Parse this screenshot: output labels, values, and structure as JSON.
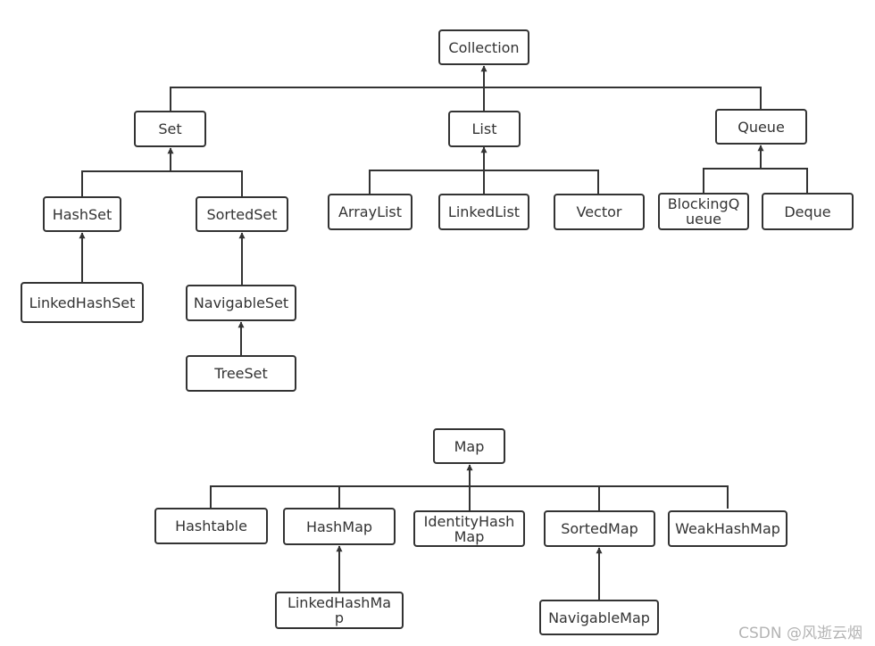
{
  "nodes": {
    "collection": "Collection",
    "set": "Set",
    "list": "List",
    "queue": "Queue",
    "hashset": "HashSet",
    "sortedset": "SortedSet",
    "linkedhashset": "LinkedHashSet",
    "navigableset": "NavigableSet",
    "treeset": "TreeSet",
    "arraylist": "ArrayList",
    "linkedlist": "LinkedList",
    "vector": "Vector",
    "blockingqueue": "BlockingQueue",
    "deque": "Deque",
    "map": "Map",
    "hashtable": "Hashtable",
    "hashmap": "HashMap",
    "identityhashmap": "IdentityHashMap",
    "sortedmap": "SortedMap",
    "weakhashmap": "WeakHashMap",
    "linkedhashmap": "LinkedHashMap",
    "navigablemap": "NavigableMap"
  },
  "watermark": "CSDN @风逝云烟"
}
